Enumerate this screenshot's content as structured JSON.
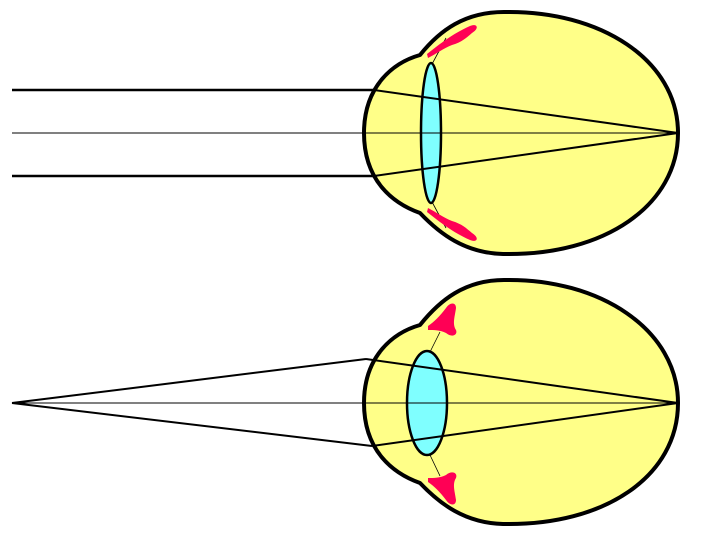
{
  "diagram": {
    "colors": {
      "background": "#ffffff",
      "eyeball_fill": "#ffff88",
      "eyeball_outline": "#000000",
      "lens_fill": "#7fffff",
      "ciliary_muscle": "#ff0055",
      "ray_line": "#000000"
    },
    "panels": [
      {
        "id": "distant-vision",
        "lens_state": "flat",
        "ray_source": "parallel",
        "ray_count": 3
      },
      {
        "id": "near-vision",
        "lens_state": "rounded",
        "ray_source": "point",
        "ray_count": 3
      }
    ]
  }
}
